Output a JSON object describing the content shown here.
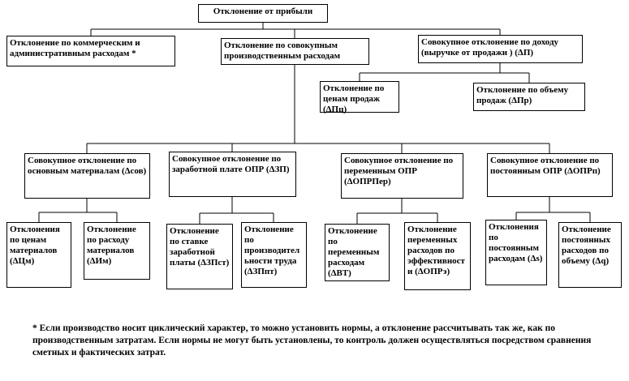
{
  "nodes": {
    "root": {
      "label": "Отклонение от прибыли"
    },
    "commercial_admin": {
      "label": "Отклонение по коммерческим и административным расходам *"
    },
    "total_production": {
      "label": "Отклонение по совокупным производственным расходам"
    },
    "income": {
      "label": "Совокупное отклонение по доходу (выручке от продажи ) (ΔП)"
    },
    "sales_price": {
      "label": "Отклонение по ценам продаж (ΔПц)"
    },
    "sales_volume": {
      "label": "Отклонение по объему продаж (ΔПр)"
    },
    "materials": {
      "label": "Совокупное отклонение по основным материалам (Δсов)"
    },
    "wages": {
      "label": "Совокупное отклонение по заработной плате ОПР (ΔЗП)"
    },
    "variable_opr": {
      "label": "Совокупное отклонение по переменным ОПР (ΔОПРПер)"
    },
    "fixed_opr": {
      "label": "Совокупное отклонение по постоянным ОПР (ΔОПРп)"
    },
    "material_price": {
      "label": "Отклонения по ценам материалов (ΔЦм)"
    },
    "material_usage": {
      "label": "Отклонение по расходу материалов (ΔИм)"
    },
    "wage_rate": {
      "label": "Отклонение по ставке заработной платы (ΔЗПст)"
    },
    "labor_productivity": {
      "label": "Отклонение по производительности труда (ΔЗПпт)"
    },
    "variable_expense": {
      "label": "Отклонение по переменным расходам (ΔВТ)"
    },
    "variable_efficiency": {
      "label": "Отклонение переменных расходов по эффективности (ΔОПРэ)"
    },
    "fixed_expense": {
      "label": "Отклонения по постоянным расходам (Δs)"
    },
    "fixed_volume": {
      "label": "Отклонение постоянных расходов по объему (Δq)"
    }
  },
  "footnote": "* Если производство носит циклический характер, то можно установить нормы, а отклонение рассчитывать так же, как по производственным затратам. Если нормы не могут быть установлены, то контроль должен осуществляться посредством сравнения сметных и фактических затрат.",
  "colors": {
    "line": "#000000",
    "box_border": "#000000",
    "background": "#ffffff"
  }
}
